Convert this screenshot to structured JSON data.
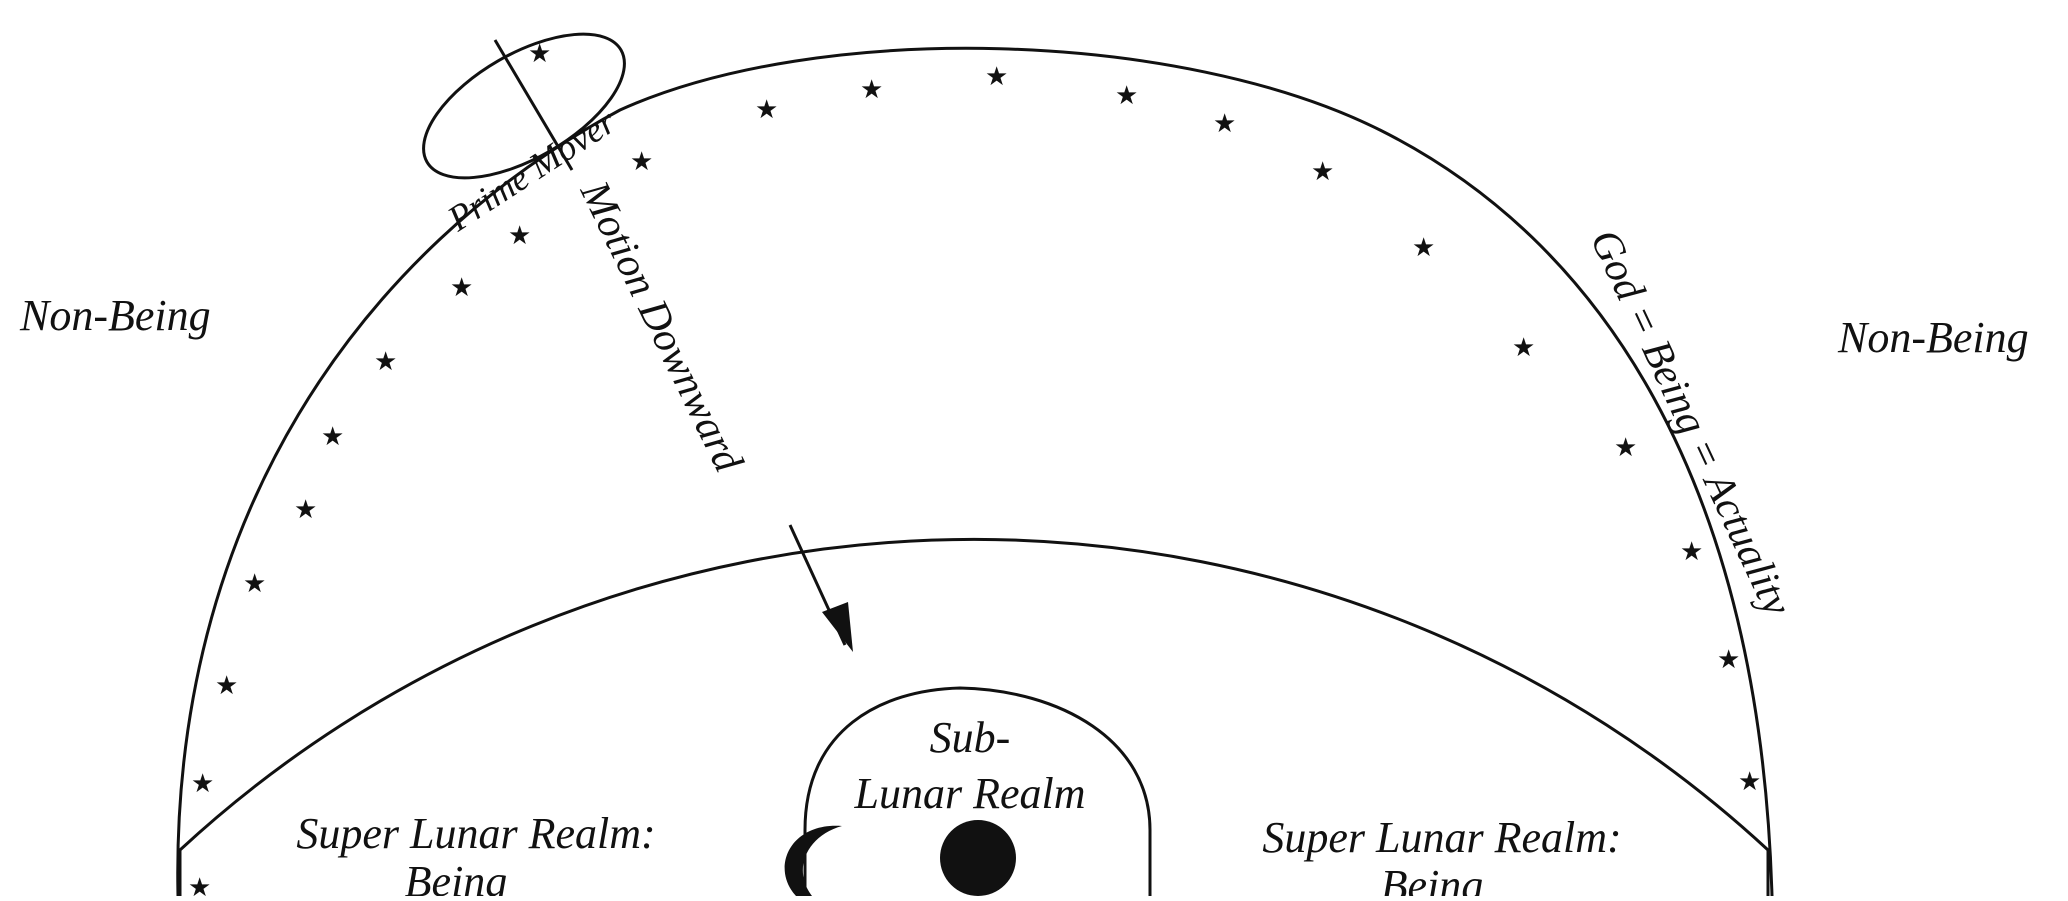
{
  "labels": {
    "non_being_left": "Non-Being",
    "non_being_right": "Non-Being",
    "prime_mover": "Prime Mover",
    "motion_downward": "Motion Downward",
    "god_being_actuality": "God = Being = Actuality",
    "sub_lunar_line1": "Sub-",
    "sub_lunar_line2": "Lunar Realm",
    "super_lunar_left_line1": "Super Lunar Realm:",
    "super_lunar_left_line2": "Being",
    "super_lunar_right_line1": "Super Lunar Realm:",
    "super_lunar_right_line2": "Being"
  },
  "colors": {
    "ink": "#111111",
    "background": "#ffffff"
  },
  "icons": {
    "stars": "star-icon",
    "moon": "crescent-moon-icon",
    "earth": "earth-icon"
  }
}
